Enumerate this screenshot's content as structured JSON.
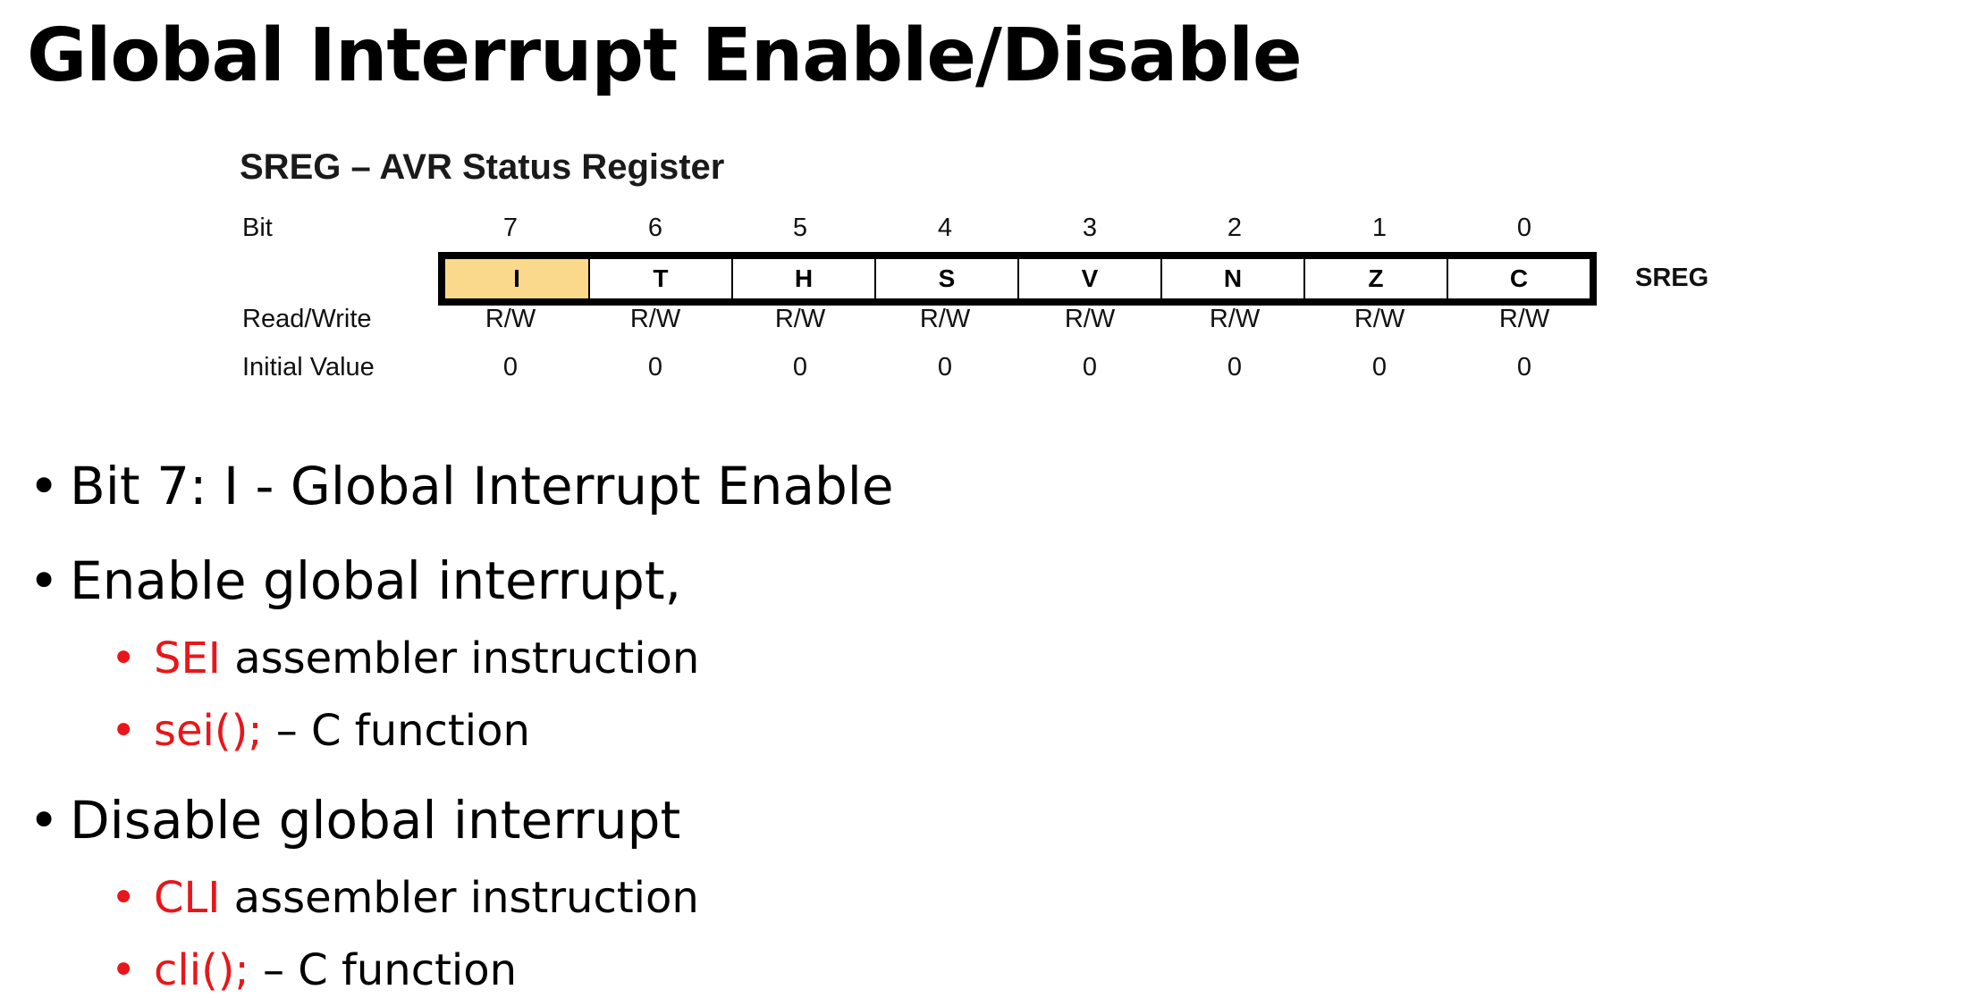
{
  "title": "Global Interrupt Enable/Disable",
  "register": {
    "heading": "SREG – AVR Status Register",
    "name": "SREG",
    "highlight_color": "#fad98c",
    "labels": {
      "bit": "Bit",
      "rw": "Read/Write",
      "initial": "Initial Value"
    },
    "bits": [
      "7",
      "6",
      "5",
      "4",
      "3",
      "2",
      "1",
      "0"
    ],
    "flags": [
      "I",
      "T",
      "H",
      "S",
      "V",
      "N",
      "Z",
      "C"
    ],
    "rw": [
      "R/W",
      "R/W",
      "R/W",
      "R/W",
      "R/W",
      "R/W",
      "R/W",
      "R/W"
    ],
    "initial": [
      "0",
      "0",
      "0",
      "0",
      "0",
      "0",
      "0",
      "0"
    ]
  },
  "bullets": {
    "b1": "Bit 7: I - Global Interrupt Enable",
    "b2": "Enable global interrupt,",
    "b2_sub1_key": "SEI",
    "b2_sub1_rest": " assembler  instruction",
    "b2_sub2_key": "sei();",
    "b2_sub2_rest": " – C function",
    "b3": "Disable global interrupt",
    "b3_sub1_key": "CLI",
    "b3_sub1_rest": " assembler  instruction",
    "b3_sub2_key": "cli();",
    "b3_sub2_rest": " – C function"
  },
  "colors": {
    "accent_red": "#e8161a"
  }
}
